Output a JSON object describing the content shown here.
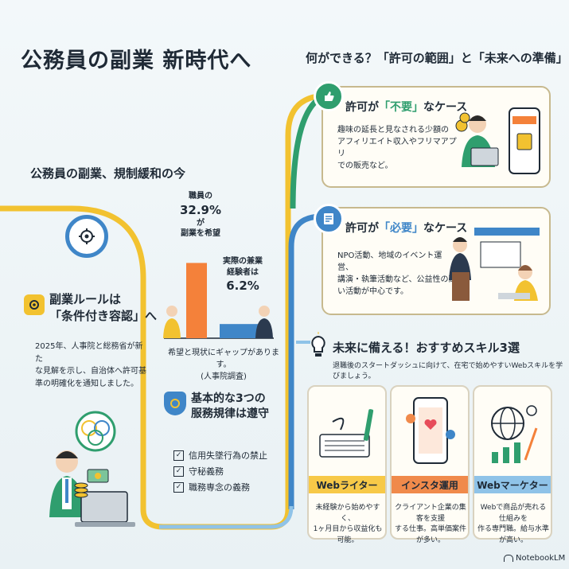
{
  "header": {
    "title": "公務員の副業 新時代へ",
    "subtitle": "何ができる？「許可の範囲」と「未来への準備」"
  },
  "left": {
    "heading": "公務員の副業、規制緩和の今",
    "rule_title_line1": "副業ルールは",
    "rule_title_line2": "「条件付き容認」へ",
    "rule_text_lines": [
      "2025年、人事院と総務省が新た",
      "な見解を示し、自治体へ許可基",
      "準の明確化を通知しました。"
    ]
  },
  "gap_chart": {
    "label1_line1": "職員の",
    "label1_value": "32.9%",
    "label1_suffix": "が",
    "label1_line3": "副業を希望",
    "label2_line1": "実際の兼業",
    "label2_line2": "経験者は",
    "label2_value": "6.2%",
    "caption_line1": "希望と現状にギャップがあります。",
    "caption_line2": "(人事院調査)",
    "colors": {
      "hope": "#f4813a",
      "actual": "#3f86c8"
    }
  },
  "chart_data": {
    "type": "bar",
    "categories": [
      "職員の副業希望",
      "実際の兼業経験者"
    ],
    "values": [
      32.9,
      6.2
    ]
  },
  "rules": {
    "title_line1": "基本的な3つの",
    "title_line2": "服務規律は遵守",
    "items": [
      "信用失墜行為の禁止",
      "守秘義務",
      "職務専念の義務"
    ]
  },
  "case_unneeded": {
    "title_prefix": "許可が",
    "title_key": "「不要」",
    "title_suffix": "なケース",
    "text_lines": [
      "趣味の延長と見なされる少額の",
      "アフィリエイト収入やフリマアプリ",
      "での販売など。"
    ]
  },
  "case_needed": {
    "title_prefix": "許可が",
    "title_key": "「必要」",
    "title_suffix": "なケース",
    "text_lines": [
      "NPO活動、地域のイベント運営、",
      "講演・執筆活動など、公益性の高",
      "い活動が中心です。"
    ]
  },
  "future": {
    "title": "未来に備える！おすすめスキル3選",
    "subtitle": "退職後のスタートダッシュに向けて、在宅で始めやすいWebスキルを学びましょう。"
  },
  "skills": [
    {
      "name": "Webライター",
      "band_color": "#f7c948",
      "desc_lines": [
        "未経験から始めやすく、",
        "1ヶ月目から収益化も可能。"
      ]
    },
    {
      "name": "インスタ運用",
      "band_color": "#f08a4b",
      "desc_lines": [
        "クライアント企業の集客を支援",
        "する仕事。高単価案件が多い。"
      ]
    },
    {
      "name": "Webマーケター",
      "band_color": "#8fc3e8",
      "desc_lines": [
        "Webで商品が売れる仕組みを",
        "作る専門職。給与水準が高い。"
      ]
    }
  ],
  "footer": {
    "brand": "NotebookLM"
  },
  "palette": {
    "yellow": "#f2c230",
    "green": "#2f9e6e",
    "blue": "#3f86c8",
    "cream": "#fffdf6"
  }
}
